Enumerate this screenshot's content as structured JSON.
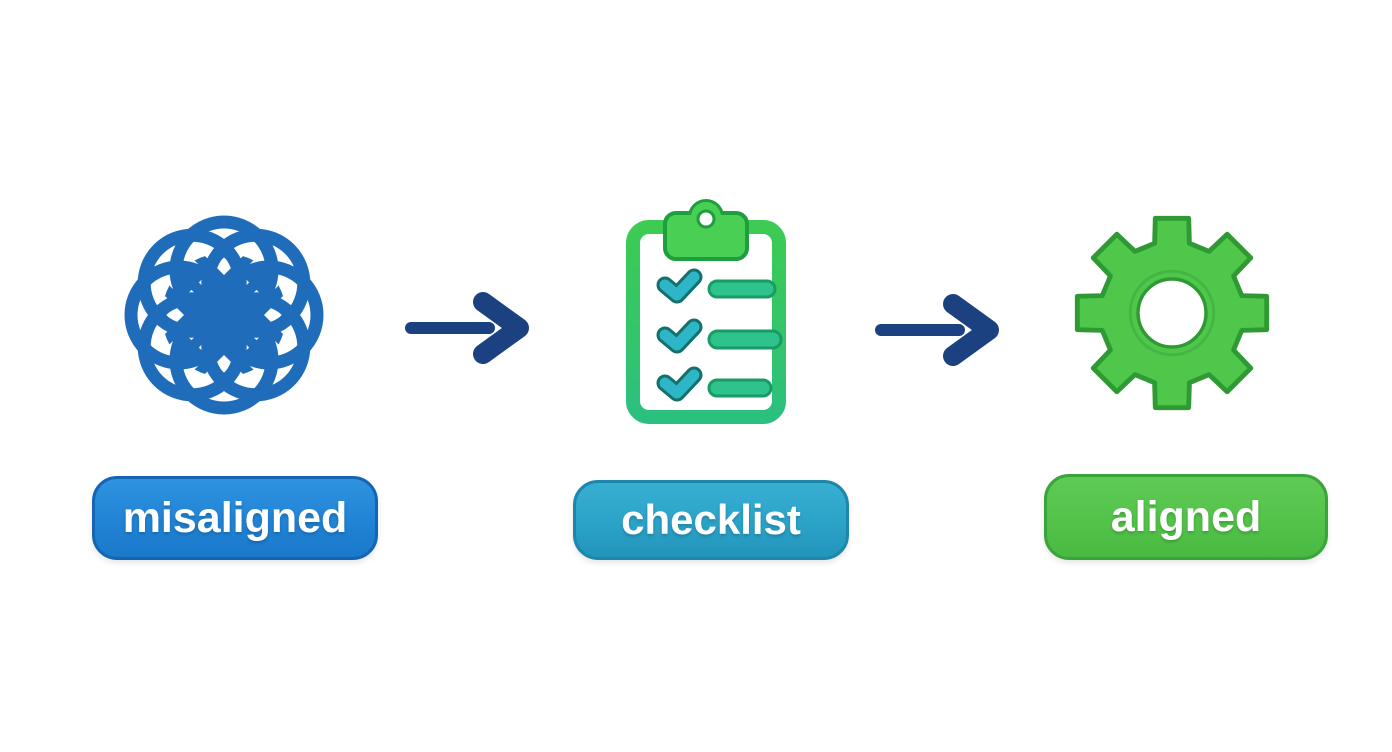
{
  "diagram": {
    "background": "#ffffff",
    "stages": [
      {
        "label": "misaligned",
        "icon": "tangled-knot-icon",
        "icon_color": "#1e6cba",
        "pill_color": "#2187d8",
        "pill_border": "#1565b5",
        "text_color": "#ffffff"
      },
      {
        "label": "checklist",
        "icon": "clipboard-checklist-icon",
        "icon_color": "#3dcb53",
        "icon_secondary_color": "#2cc07e",
        "check_color": "#2eb6c8",
        "pill_color": "#2ba3c9",
        "pill_border": "#1f86ab",
        "text_color": "#ffffff"
      },
      {
        "label": "aligned",
        "icon": "gear-icon",
        "icon_color": "#4ec74a",
        "icon_outline_color": "#2f9a33",
        "pill_color": "#55c44c",
        "pill_border": "#3aa43c",
        "text_color": "#ffffff"
      }
    ],
    "arrows": [
      {
        "icon": "arrow-right-icon",
        "color": "#1c4181"
      },
      {
        "icon": "arrow-right-icon",
        "color": "#1c4181"
      }
    ]
  }
}
